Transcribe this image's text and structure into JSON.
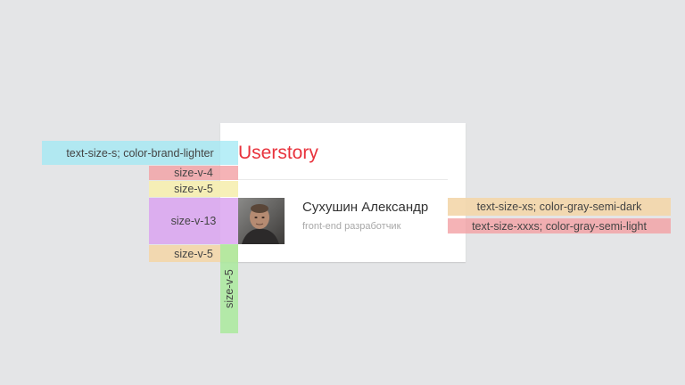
{
  "card": {
    "title": "Userstory",
    "user": {
      "name": "Сухушин Александр",
      "role": "front-end разработчик"
    }
  },
  "annotations": {
    "title_style": "text-size-s; color-brand-lighter",
    "gap_title_to_divider": "size-v-4",
    "gap_divider_to_user": "size-v-5",
    "avatar_height": "size-v-13",
    "gap_user_to_bottom": "size-v-5",
    "gap_below_card": "size-v-5",
    "name_style": "text-size-xs; color-gray-semi-dark",
    "role_style": "text-size-xxxs; color-gray-semi-light"
  },
  "colors": {
    "background": "#e4e5e7",
    "brand": "#e8323c",
    "cyan_overlay": "#b4ecf6",
    "red_overlay": "#f4b1b4",
    "yellow_overlay": "#f6efb7",
    "purple_overlay": "#e1b2f1",
    "orange_overlay": "#f3dbb5",
    "green_overlay": "#b7ebac"
  }
}
